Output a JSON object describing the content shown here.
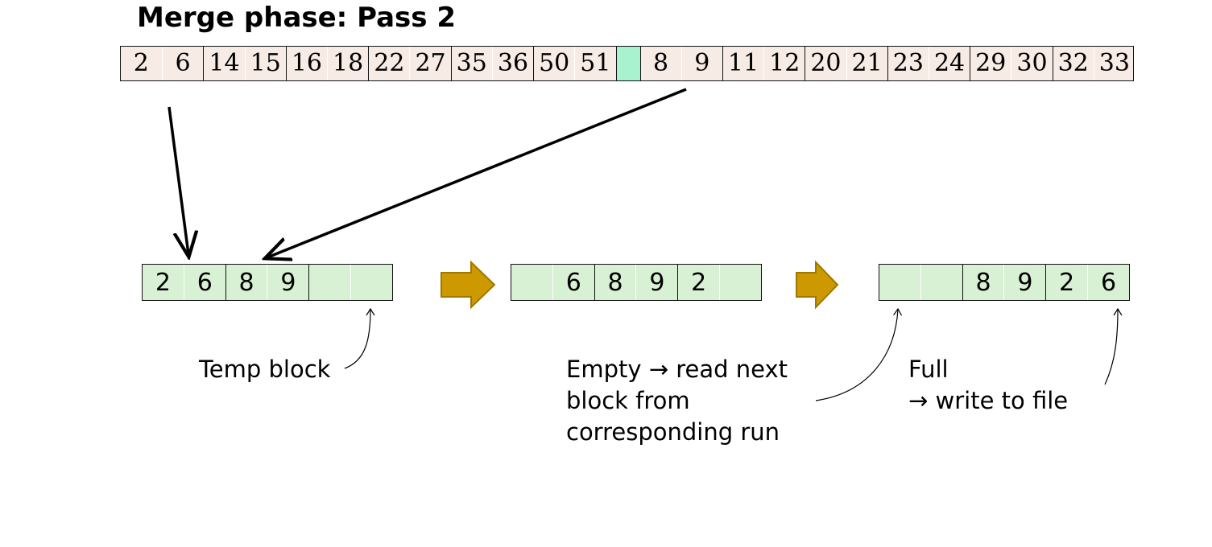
{
  "title": "Merge phase: Pass 2",
  "file_strip": {
    "blocks": [
      [
        "2",
        "6"
      ],
      [
        "14",
        "15"
      ],
      [
        "16",
        "18"
      ],
      [
        "22",
        "27"
      ],
      [
        "35",
        "36"
      ],
      [
        "50",
        "51"
      ],
      [],
      [
        "8",
        "9"
      ],
      [
        "11",
        "12"
      ],
      [
        "20",
        "21"
      ],
      [
        "23",
        "24"
      ],
      [
        "29",
        "30"
      ],
      [
        "32",
        "33"
      ]
    ]
  },
  "buffers": [
    {
      "cells": [
        "2",
        "6",
        "8",
        "9",
        "",
        ""
      ]
    },
    {
      "cells": [
        "",
        "6",
        "8",
        "9",
        "2",
        ""
      ]
    },
    {
      "cells": [
        "",
        "",
        "8",
        "9",
        "2",
        "6"
      ]
    }
  ],
  "labels": {
    "temp_block": "Temp block",
    "empty_lines": [
      "Empty → read next",
      "block from",
      "corresponding run"
    ],
    "full_lines": [
      "Full",
      "→ write to file"
    ]
  },
  "colors": {
    "file_fill": "#f7ebe5",
    "gap_fill": "#a8f2cf",
    "buffer_fill": "#d8f0d3",
    "flow_arrow_fill": "#cc9900",
    "flow_arrow_stroke": "#a07800"
  }
}
